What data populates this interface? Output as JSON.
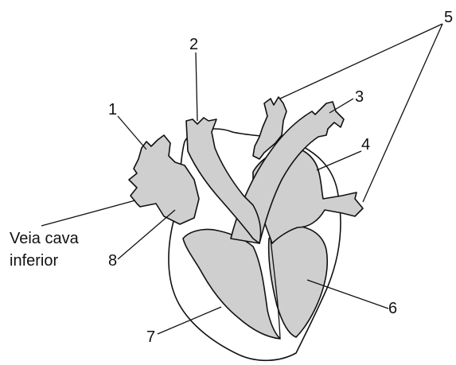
{
  "labels": {
    "n1": "1",
    "n2": "2",
    "n3": "3",
    "n4": "4",
    "n5": "5",
    "n6": "6",
    "n7": "7",
    "n8": "8",
    "vena_line1": "Veia cava",
    "vena_line2": "inferior"
  },
  "colors": {
    "vessel_fill": "#cfcfcf",
    "outline": "#111111",
    "background": "#ffffff"
  }
}
